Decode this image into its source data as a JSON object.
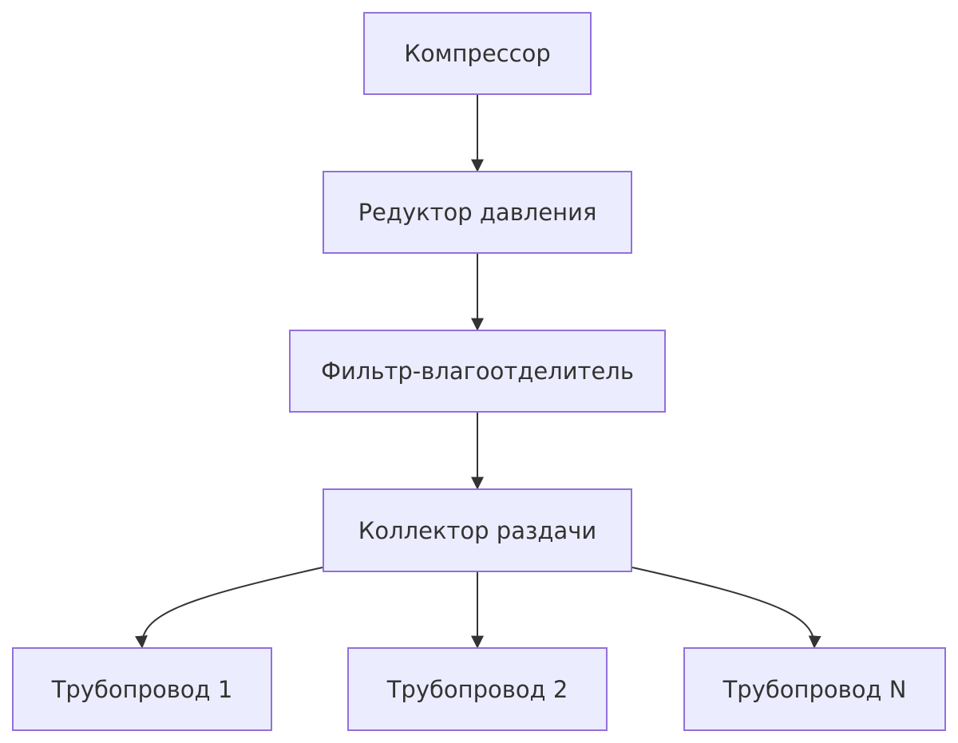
{
  "diagram": {
    "node_fill": "#ececff",
    "node_stroke": "#9370db",
    "edge_color": "#333333",
    "nodes": {
      "compressor": "Компрессор",
      "reducer": "Редуктор давления",
      "filter": "Фильтр-влагоотделитель",
      "collector": "Коллектор раздачи",
      "pipe1": "Трубопровод 1",
      "pipe2": "Трубопровод 2",
      "pipeN": "Трубопровод N"
    },
    "edges": [
      {
        "from": "compressor",
        "to": "reducer"
      },
      {
        "from": "reducer",
        "to": "filter"
      },
      {
        "from": "filter",
        "to": "collector"
      },
      {
        "from": "collector",
        "to": "pipe1"
      },
      {
        "from": "collector",
        "to": "pipe2"
      },
      {
        "from": "collector",
        "to": "pipeN"
      }
    ]
  }
}
